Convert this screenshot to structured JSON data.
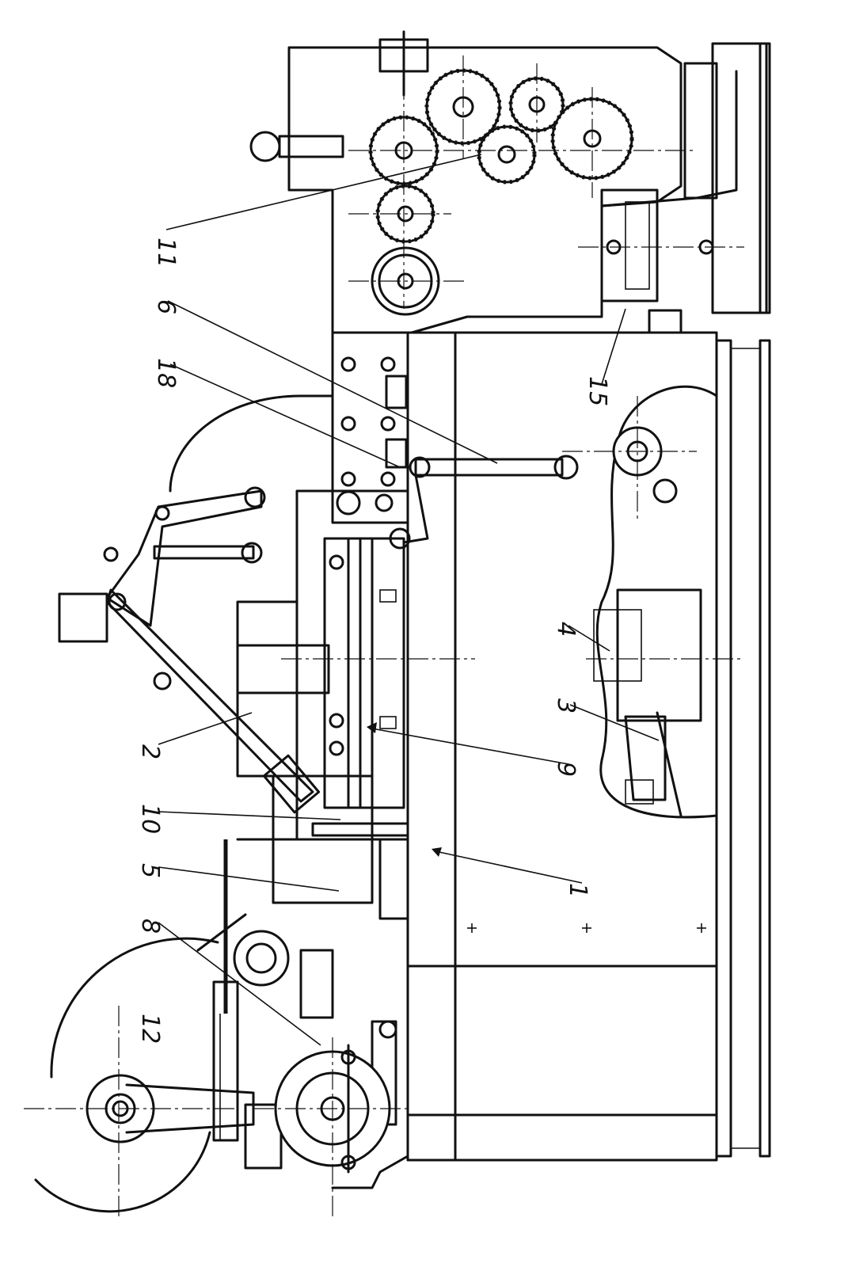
{
  "labels": {
    "l1": "1",
    "l2": "2",
    "l3": "3",
    "l4": "4",
    "l5": "5",
    "l6": "6",
    "l8": "8",
    "l9": "9",
    "l10": "10",
    "l11": "11",
    "l12": "12",
    "l15": "15",
    "l18": "18"
  }
}
